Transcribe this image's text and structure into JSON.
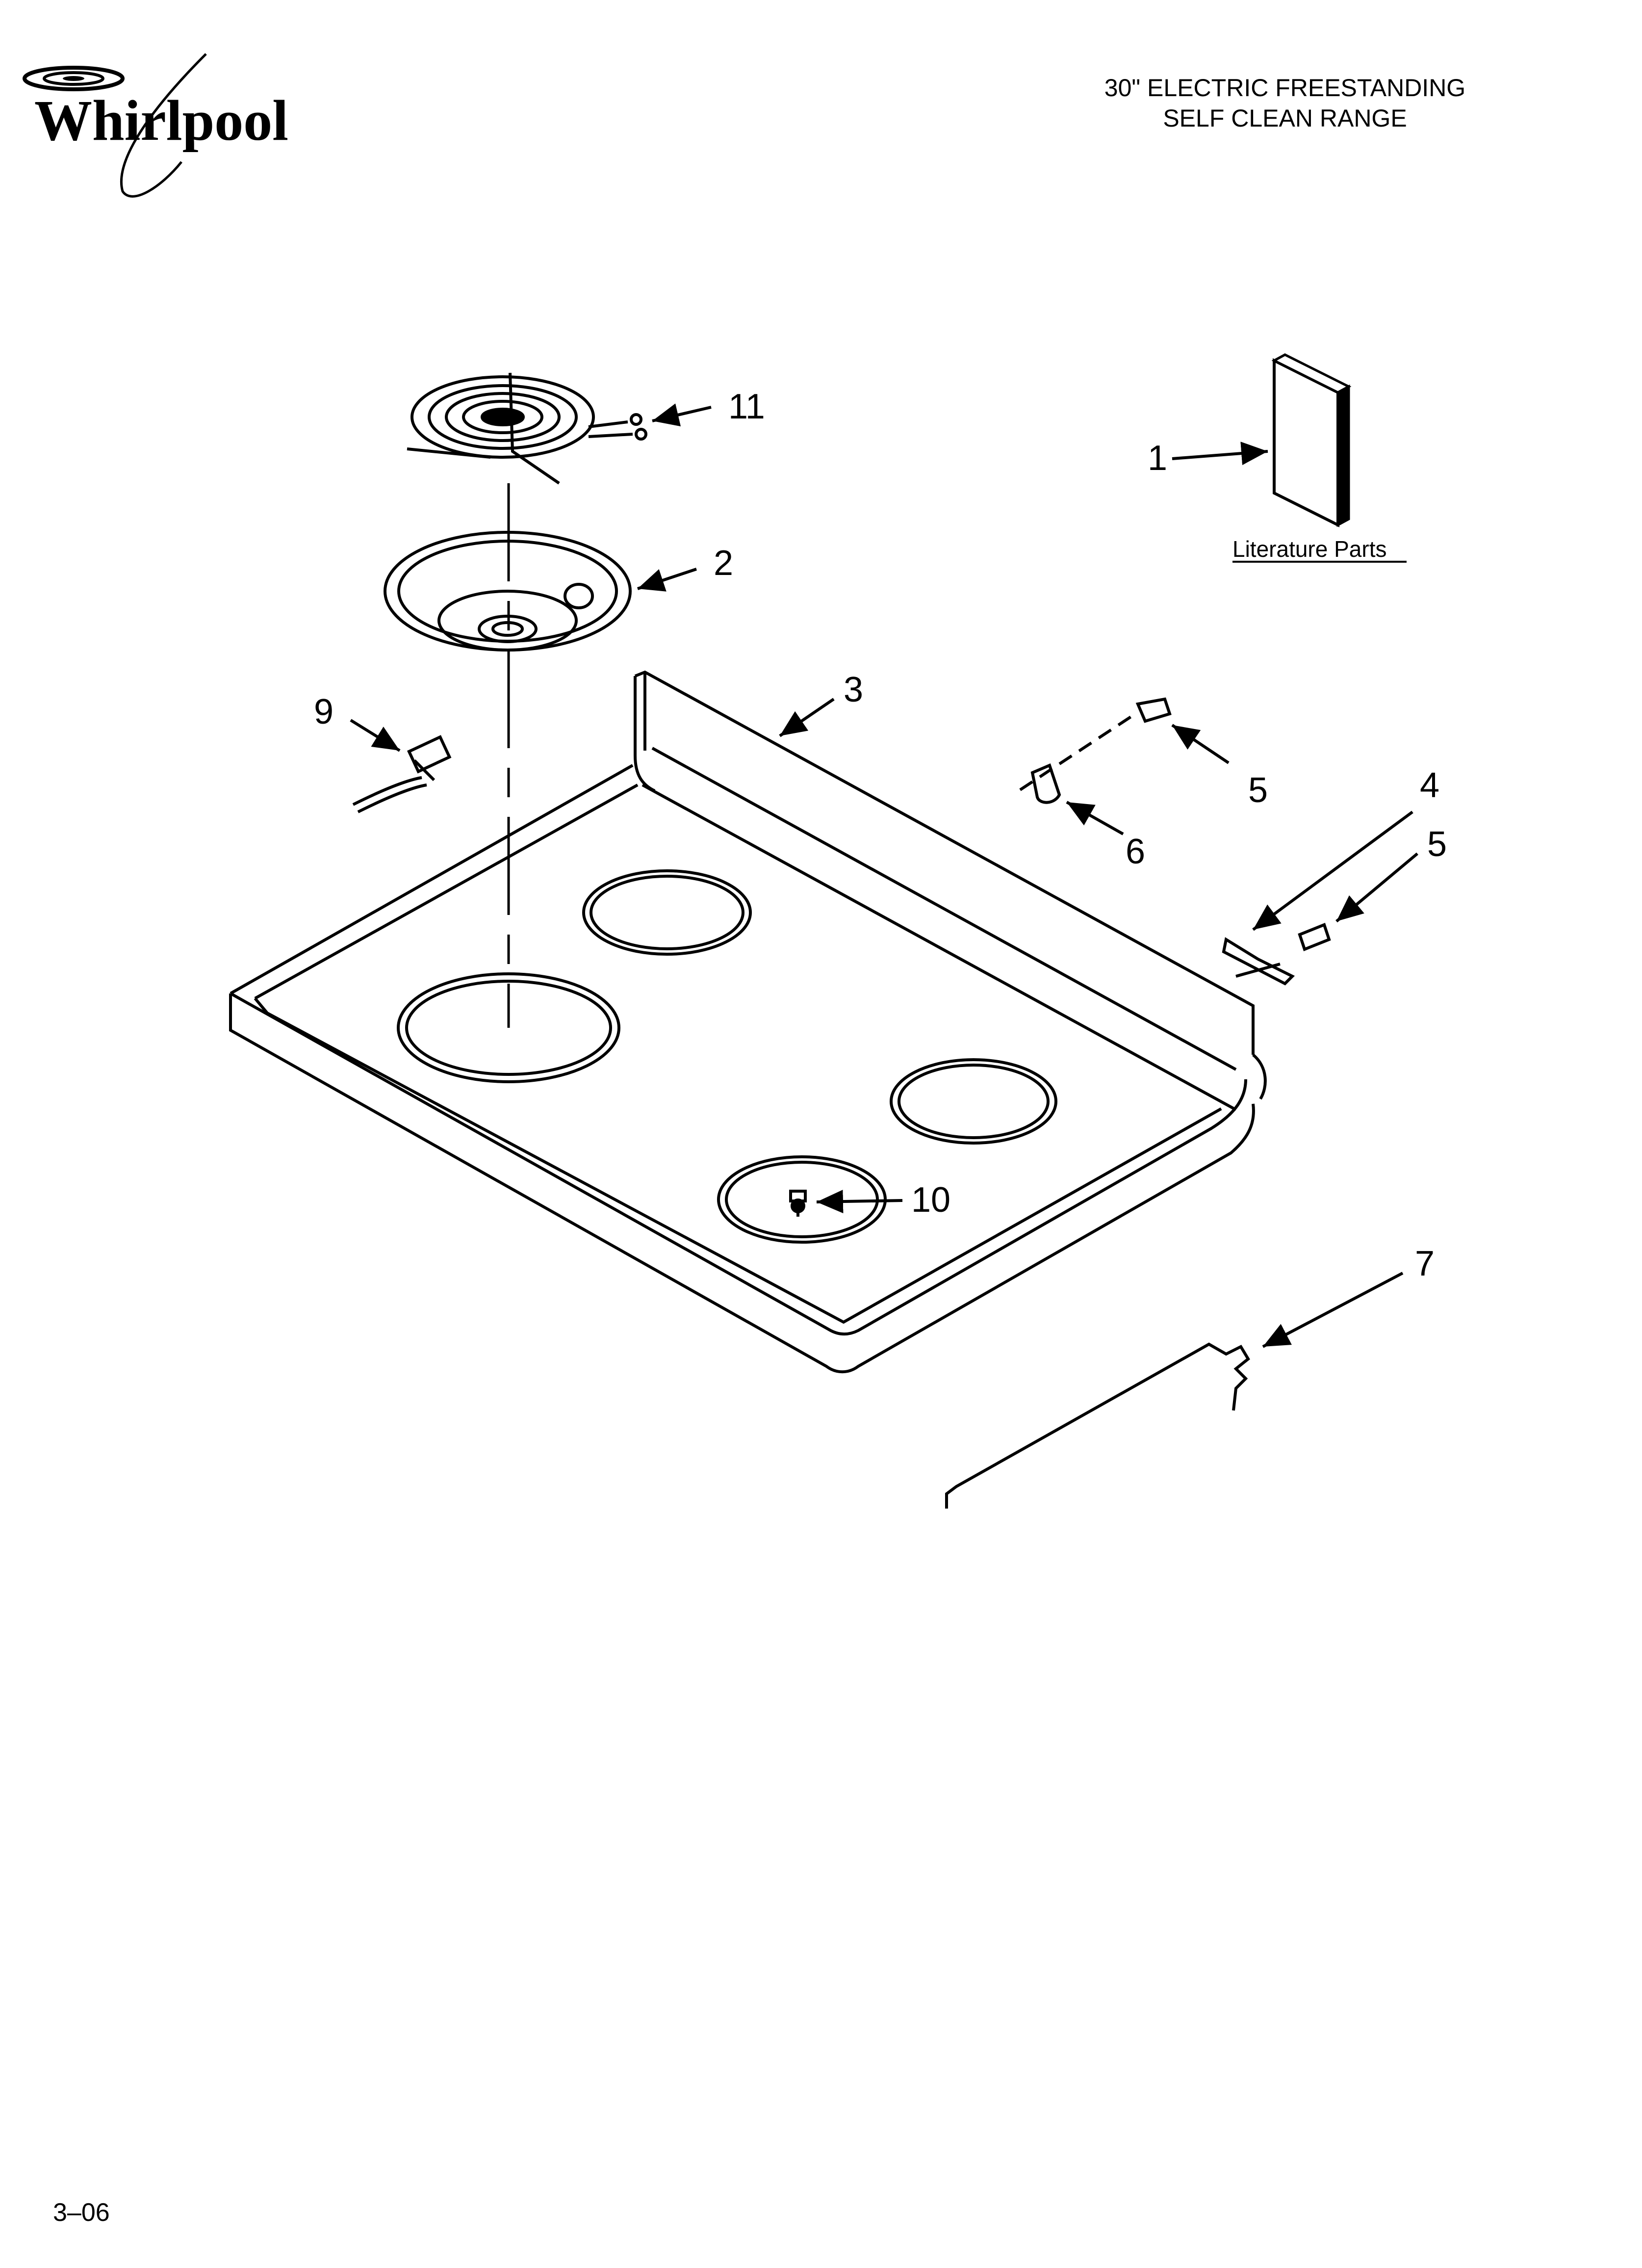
{
  "brand": {
    "name": "Whirlpool"
  },
  "header": {
    "title_line1": "30\" ELECTRIC FREESTANDING",
    "title_line2": "SELF CLEAN RANGE"
  },
  "diagram": {
    "literature_label": "Literature Parts",
    "callouts": {
      "c1": "1",
      "c2": "2",
      "c3": "3",
      "c4": "4",
      "c5a": "5",
      "c5b": "5",
      "c6": "6",
      "c7": "7",
      "c9": "9",
      "c10": "10",
      "c11": "11"
    }
  },
  "footer": {
    "code": "3–06"
  }
}
